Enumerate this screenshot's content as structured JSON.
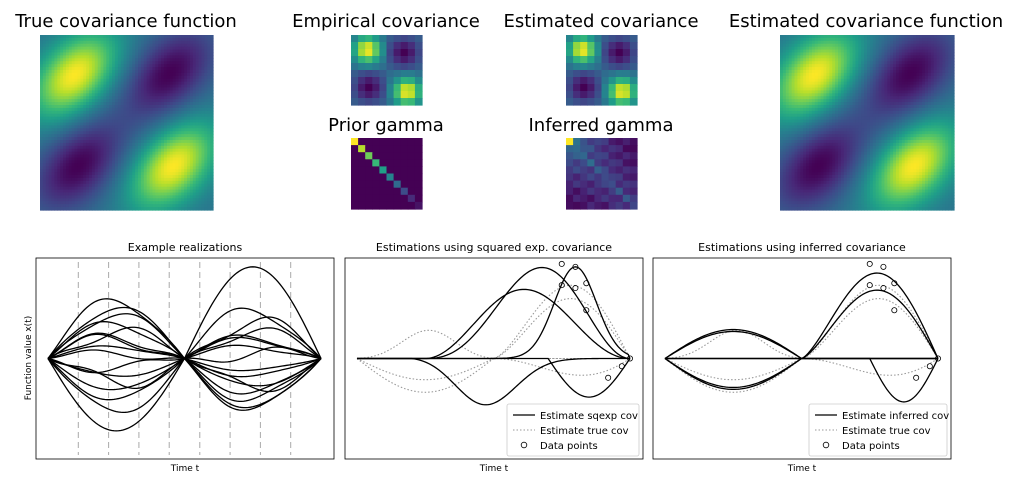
{
  "colors": {
    "viridis_low": "#440154",
    "viridis_mid": "#21918c",
    "viridis_high": "#fde725",
    "line": "#000000",
    "dotted": "#999999",
    "vline": "#aaaaaa"
  },
  "heatmaps": {
    "true_cov": {
      "title": "True covariance function"
    },
    "empirical_cov": {
      "title": "Empirical covariance"
    },
    "estimated_cov": {
      "title": "Estimated covariance"
    },
    "estimated_cov_func": {
      "title": "Estimated covariance function"
    },
    "prior_gamma": {
      "title": "Prior gamma"
    },
    "inferred_gamma": {
      "title": "Inferred gamma"
    }
  },
  "chart_data": [
    {
      "type": "line",
      "title": "Example realizations",
      "xlabel": "Time t",
      "ylabel": "Function value x(t)",
      "xlim": [
        0,
        1
      ],
      "ylim": [
        -1,
        1
      ],
      "grid": false,
      "vertical_dashed_lines": [
        0.111,
        0.222,
        0.333,
        0.444,
        0.556,
        0.667,
        0.778,
        0.889
      ],
      "series_count": 16
    },
    {
      "type": "line",
      "title": "Estimations using squared exp. covariance",
      "xlabel": "Time t",
      "xlim": [
        0,
        1
      ],
      "ylim": [
        -1,
        1
      ],
      "legend_position": "bottom-right",
      "legend": [
        "Estimate sqexp cov",
        "Estimate true cov",
        "Data points"
      ],
      "data_points_x": [
        0.75,
        0.8,
        0.84,
        0.92,
        0.97,
        1.0
      ]
    },
    {
      "type": "line",
      "title": "Estimations using inferred covariance",
      "xlabel": "Time t",
      "xlim": [
        0,
        1
      ],
      "ylim": [
        -1,
        1
      ],
      "legend_position": "bottom-right",
      "legend": [
        "Estimate inferred cov",
        "Estimate true cov",
        "Data points"
      ],
      "data_points_x": [
        0.75,
        0.8,
        0.84,
        0.92,
        0.97,
        1.0
      ]
    }
  ]
}
